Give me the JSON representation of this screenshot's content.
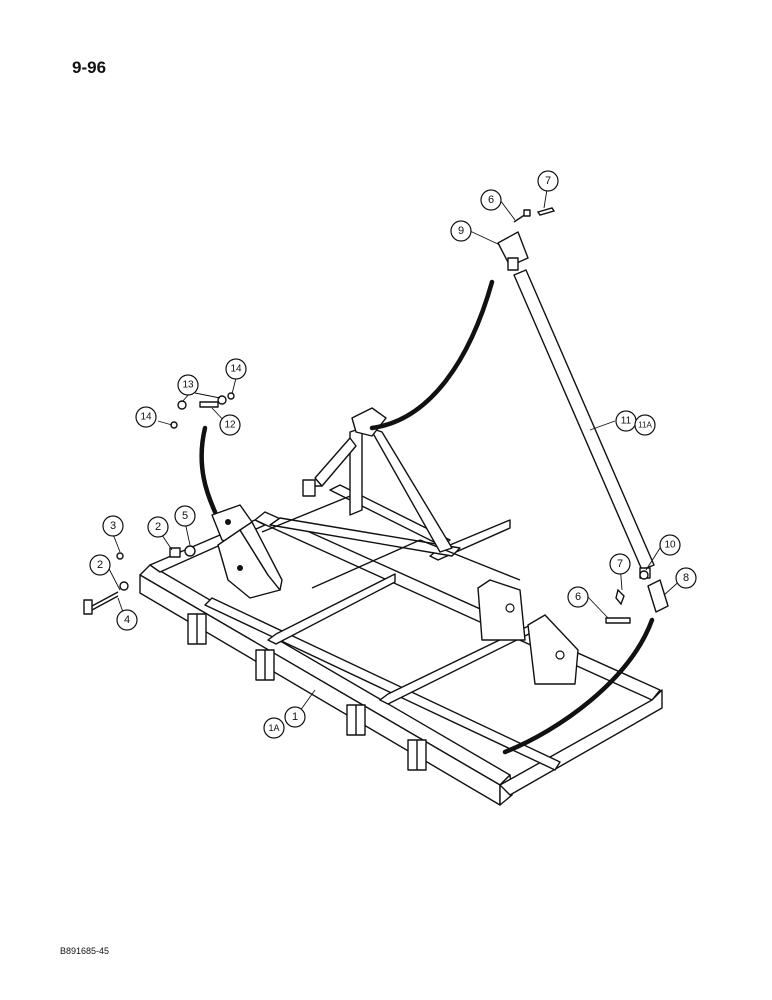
{
  "page": {
    "page_number": "9-96",
    "figure_code": "B891685-45"
  },
  "callouts": [
    {
      "id": "c1",
      "label": "1"
    },
    {
      "id": "c1a",
      "label": "1A"
    },
    {
      "id": "c2a",
      "label": "2"
    },
    {
      "id": "c2b",
      "label": "2"
    },
    {
      "id": "c3",
      "label": "3"
    },
    {
      "id": "c4",
      "label": "4"
    },
    {
      "id": "c5",
      "label": "5"
    },
    {
      "id": "c6a",
      "label": "6"
    },
    {
      "id": "c6b",
      "label": "6"
    },
    {
      "id": "c7a",
      "label": "7"
    },
    {
      "id": "c7b",
      "label": "7"
    },
    {
      "id": "c8",
      "label": "8"
    },
    {
      "id": "c9",
      "label": "9"
    },
    {
      "id": "c10",
      "label": "10"
    },
    {
      "id": "c11",
      "label": "11"
    },
    {
      "id": "c11a",
      "label": "11A"
    },
    {
      "id": "c12",
      "label": "12"
    },
    {
      "id": "c13",
      "label": "13"
    },
    {
      "id": "c14a",
      "label": "14"
    },
    {
      "id": "c14b",
      "label": "14"
    }
  ]
}
